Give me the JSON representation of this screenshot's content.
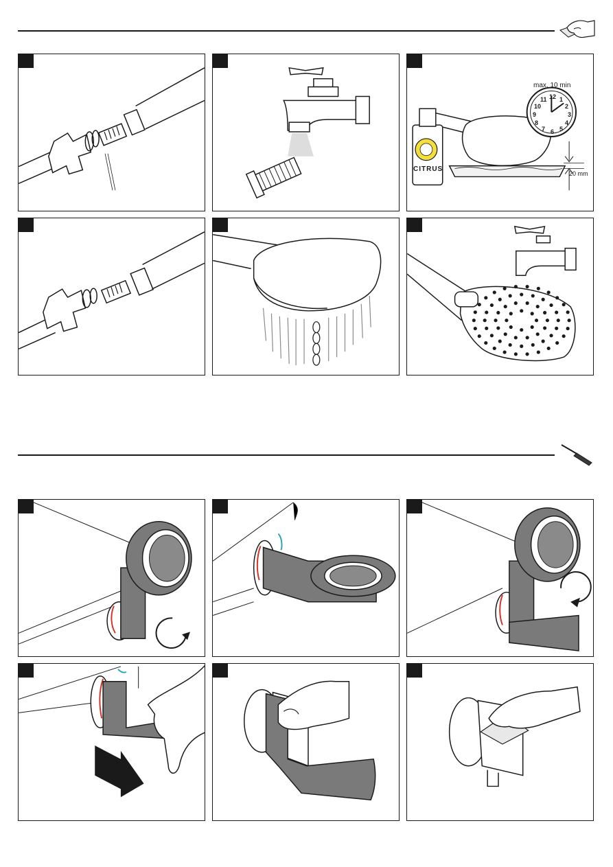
{
  "annotations": {
    "soak_time": "max. 10 min",
    "cleaner_label": "CITRUS",
    "soak_depth": "20 mm",
    "clock_numbers": [
      "12",
      "1",
      "2",
      "3",
      "4",
      "5",
      "6",
      "7",
      "8",
      "9",
      "10",
      "11"
    ]
  },
  "icons": {
    "cleaning_section": "hand-with-cloth-icon",
    "tool_section": "screwdriver-icon"
  },
  "colors": {
    "line": "#1a1a1a",
    "cover_grey": "#7a7a7a",
    "accent_red": "#d6332b",
    "accent_blue": "#2aa6b8",
    "lemon": "#f2df3a"
  }
}
